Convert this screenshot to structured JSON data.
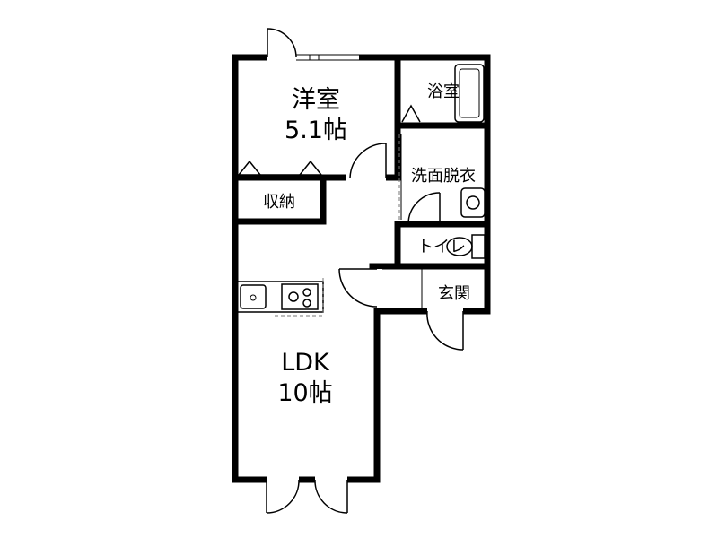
{
  "floor_plan": {
    "rooms": {
      "western_room": {
        "name": "洋室",
        "size": "5.1帖"
      },
      "bathroom": {
        "name": "浴室"
      },
      "washroom": {
        "name": "洗面脱衣"
      },
      "storage": {
        "name": "収納"
      },
      "toilet": {
        "name": "トイレ"
      },
      "entrance": {
        "name": "玄関"
      },
      "ldk": {
        "name": "LDK",
        "size": "10帖"
      }
    }
  }
}
